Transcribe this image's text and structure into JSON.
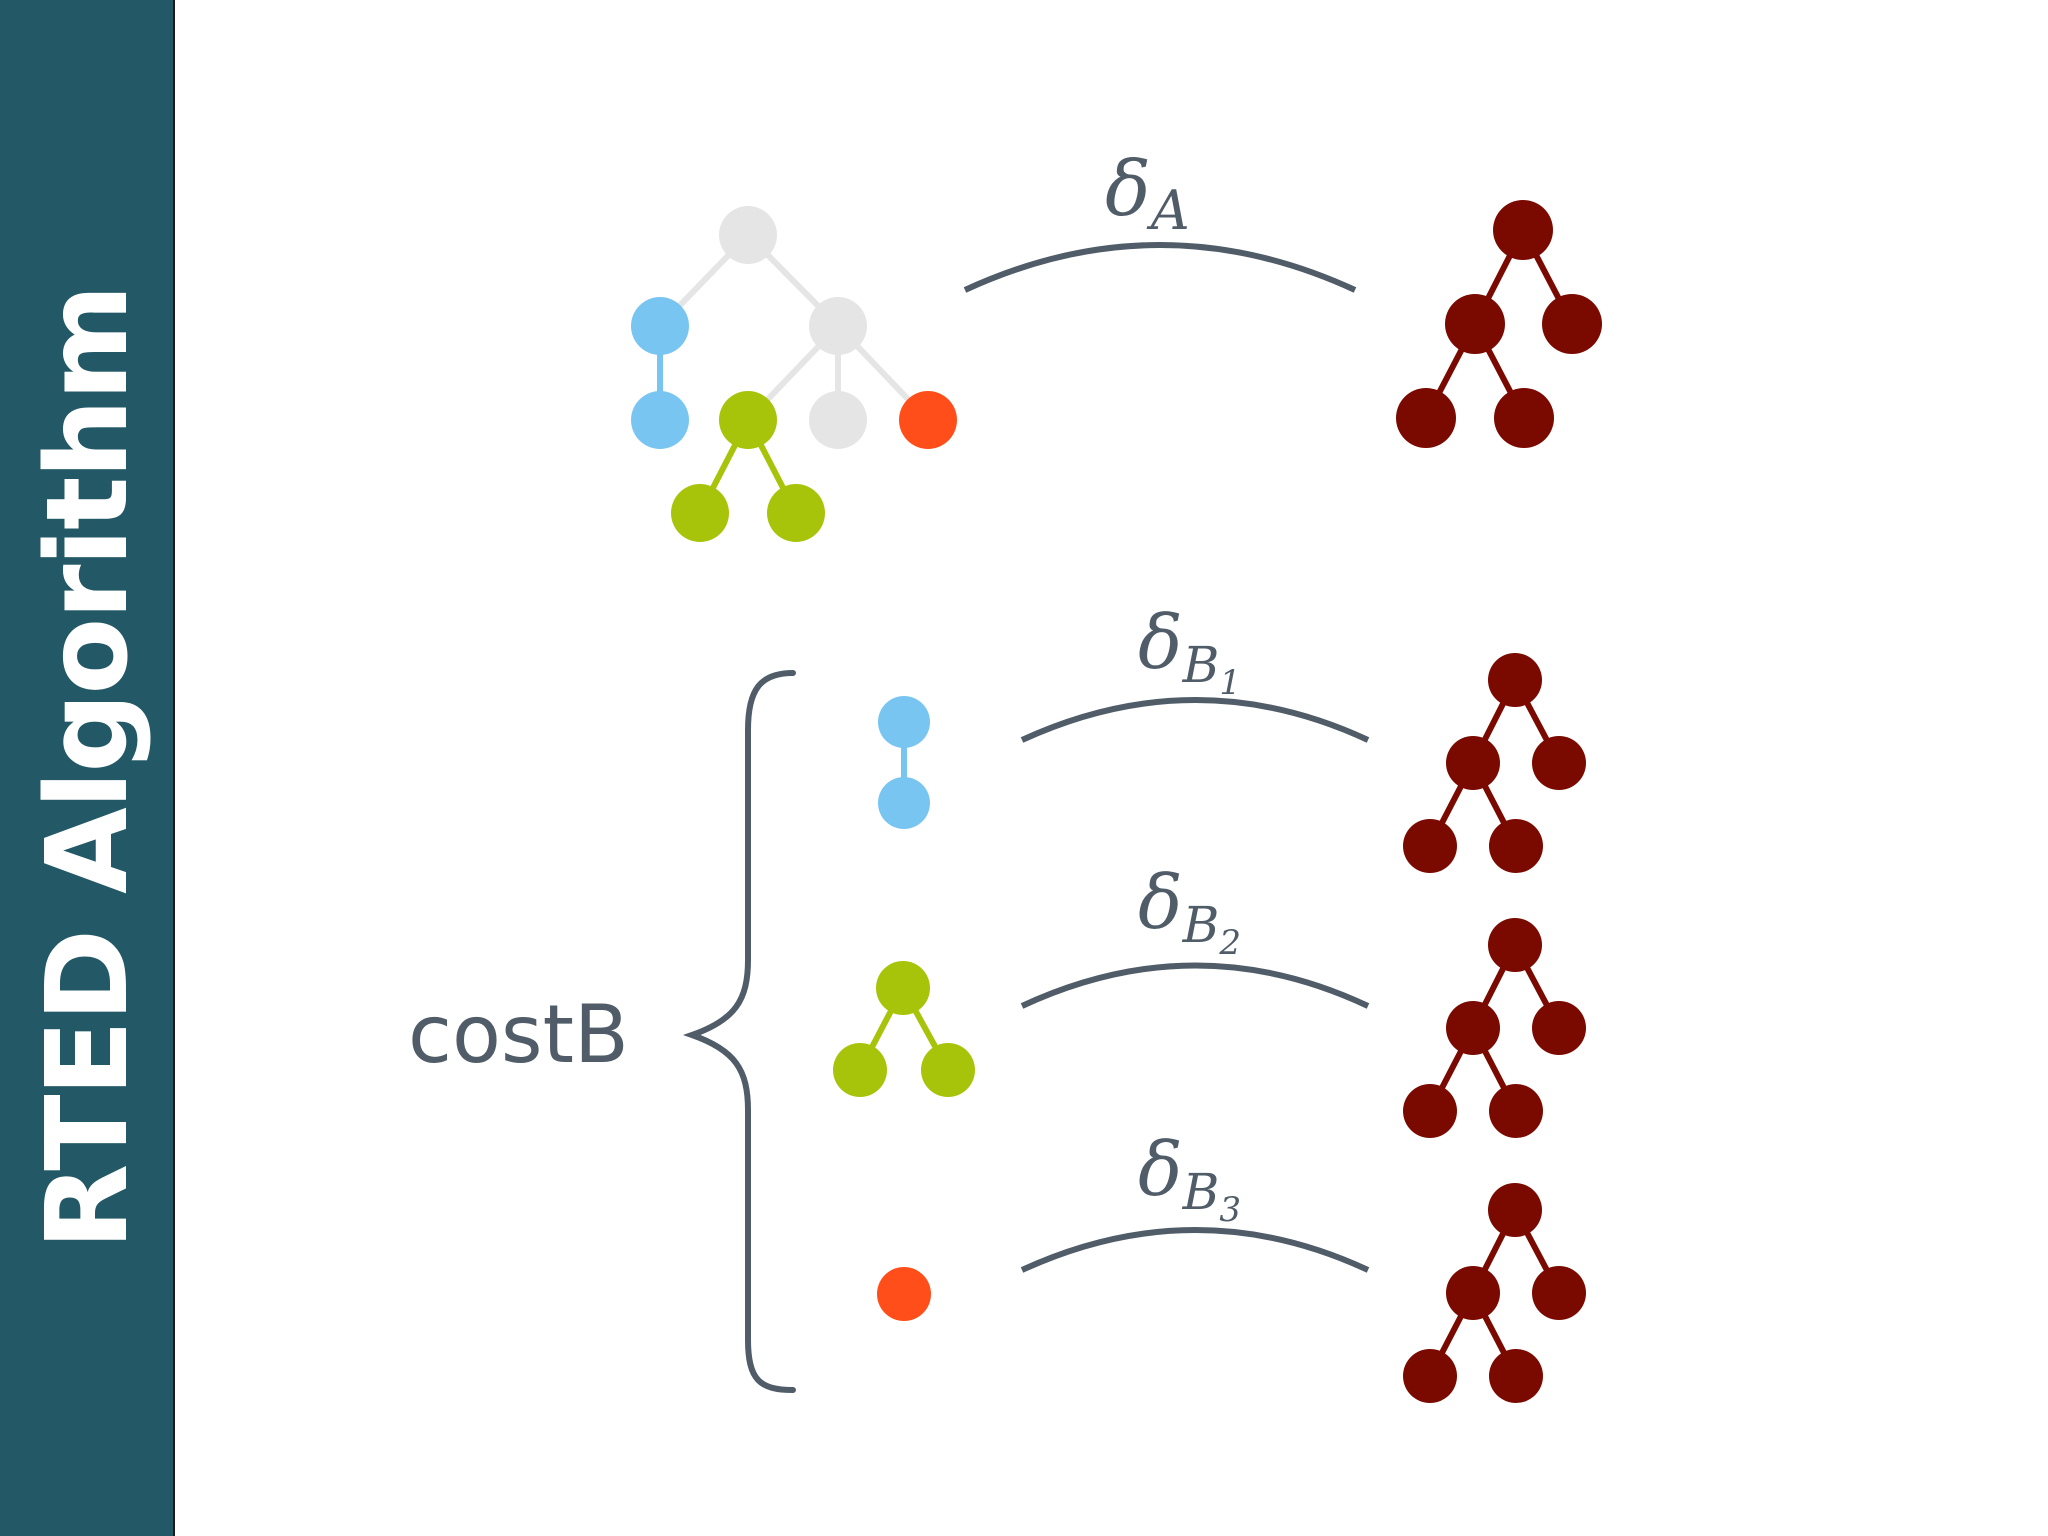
{
  "sidebar": {
    "title": "RTED Algorithm"
  },
  "labels": {
    "cost": "costB",
    "delta_symbol": "δ",
    "delta_a_sub": "A",
    "delta_b_sub": "B",
    "delta_b1_index": "1",
    "delta_b2_index": "2",
    "delta_b3_index": "3"
  },
  "colors": {
    "sidebar_bg": "#235966",
    "tree_grey": "#e5e5e5",
    "tree_blue": "#79c5f2",
    "tree_green": "#a8c40a",
    "tree_orange": "#ff4e1a",
    "tree_red": "#7a0a00",
    "text": "#505d69"
  }
}
